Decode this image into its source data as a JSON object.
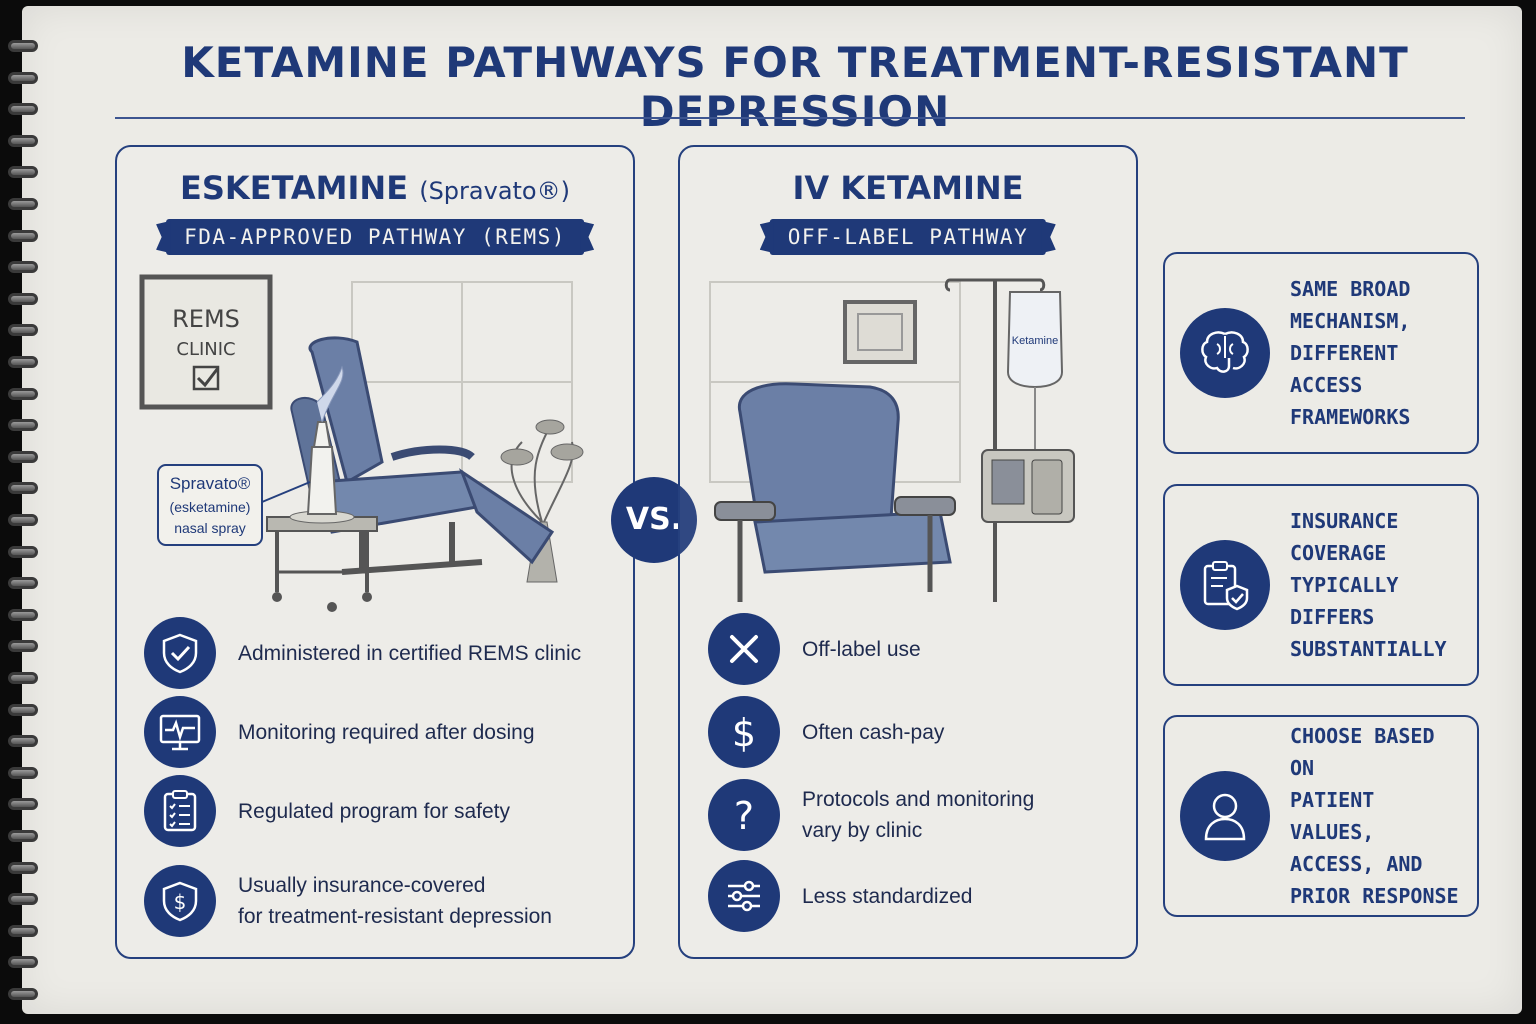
{
  "title": "KETAMINE PATHWAYS FOR TREATMENT-RESISTANT DEPRESSION",
  "left": {
    "heading": "ESKETAMINE",
    "heading_sub": "(Spravato®)",
    "banner": "FDA-APPROVED PATHWAY (REMS)",
    "sign_line1": "REMS",
    "sign_line2": "CLINIC",
    "callout_line1": "Spravato®",
    "callout_line2": "(esketamine)",
    "callout_line3": "nasal spray",
    "features": [
      {
        "icon": "shield-check-icon",
        "text": "Administered in certified REMS clinic"
      },
      {
        "icon": "monitor-heartbeat-icon",
        "text": "Monitoring required after dosing"
      },
      {
        "icon": "clipboard-checklist-icon",
        "text": "Regulated program for safety"
      },
      {
        "icon": "shield-dollar-icon",
        "text_line1": "Usually insurance-covered",
        "text_line2": "for treatment-resistant depression"
      }
    ]
  },
  "vs": "VS.",
  "middle": {
    "heading": "IV KETAMINE",
    "banner": "OFF-LABEL PATHWAY",
    "bag_label": "Ketamine",
    "features": [
      {
        "icon": "x-icon",
        "text": "Off-label use"
      },
      {
        "icon": "dollar-icon",
        "text": "Often cash-pay"
      },
      {
        "icon": "question-icon",
        "text_line1": "Protocols and monitoring",
        "text_line2": "vary by clinic"
      },
      {
        "icon": "sliders-icon",
        "text": "Less standardized"
      }
    ]
  },
  "cards": [
    {
      "icon": "brain-icon",
      "lines": [
        "SAME BROAD",
        "MECHANISM,",
        "DIFFERENT ACCESS",
        "FRAMEWORKS"
      ]
    },
    {
      "icon": "clipboard-shield-icon",
      "lines": [
        "INSURANCE",
        "COVERAGE",
        "TYPICALLY DIFFERS",
        "SUBSTANTIALLY"
      ]
    },
    {
      "icon": "person-icon",
      "lines": [
        "CHOOSE BASED ON",
        "PATIENT VALUES,",
        "ACCESS, AND",
        "PRIOR RESPONSE"
      ]
    }
  ],
  "colors": {
    "navy": "#1f3978",
    "paper": "#ecebe6",
    "chair": "#6b7fa6"
  }
}
